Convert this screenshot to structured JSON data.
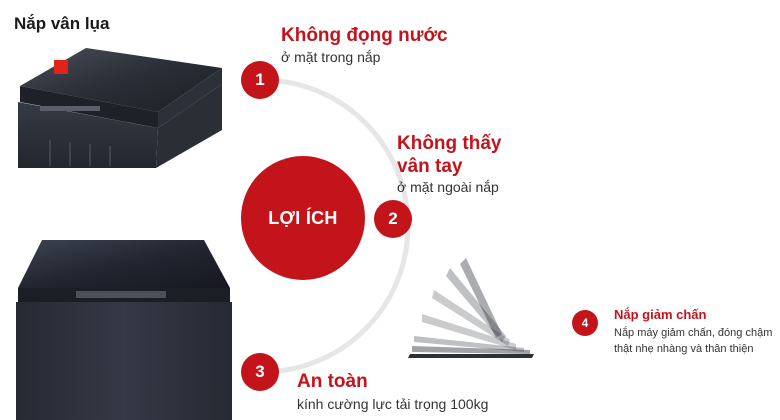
{
  "header": {
    "title": "Nắp vân lụa"
  },
  "center": {
    "label": "LỢI ÍCH"
  },
  "benefits": [
    {
      "number": "1",
      "title": "Không đọng nước",
      "desc": "ở mặt trong nắp"
    },
    {
      "number": "2",
      "title_line1": "Không thấy",
      "title_line2": "vân tay",
      "desc": "ở mặt ngoài nắp"
    },
    {
      "number": "3",
      "title": "An toàn",
      "desc": "kính cường lực tải trọng 100kg"
    },
    {
      "number": "4",
      "title": "Nắp giảm chấn",
      "desc_line1": "Nắp máy giảm chấn, đóng chậm",
      "desc_line2": "thật nhẹ nhàng và thân thiện"
    }
  ],
  "colors": {
    "accent": "#c4141b",
    "marker": "#e2231a",
    "arc": "#e6e6e6",
    "machine": "#2b2f38"
  }
}
